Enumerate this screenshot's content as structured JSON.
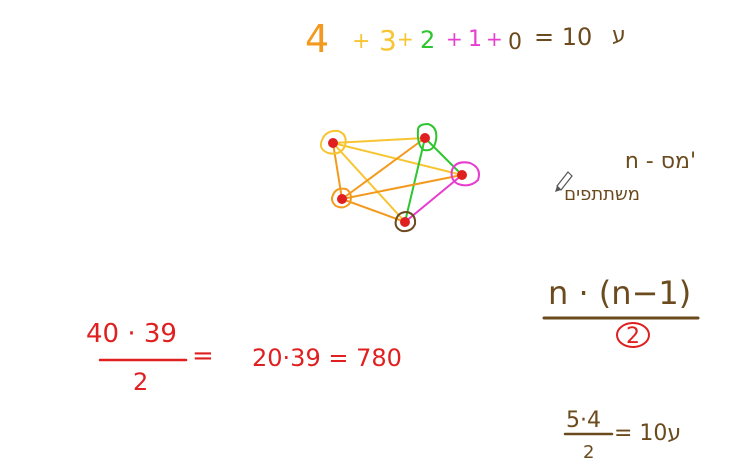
{
  "whiteboard": {
    "top_equation": {
      "terms": [
        {
          "text": "4",
          "color": "#f39a1e"
        },
        {
          "text": "+",
          "color": "#f7c531"
        },
        {
          "text": "3",
          "color": "#f7c531"
        },
        {
          "text": "+",
          "color": "#f7c531"
        },
        {
          "text": "2",
          "color": "#2ec52e"
        },
        {
          "text": "+",
          "color": "#e83bd0"
        },
        {
          "text": "1",
          "color": "#e83bd0"
        },
        {
          "text": "+",
          "color": "#e83bd0"
        },
        {
          "text": "0",
          "color": "#6b4a1e"
        },
        {
          "text": "= 10",
          "color": "#6b4a1e"
        },
        {
          "text": "ע",
          "color": "#6b4a1e"
        }
      ]
    },
    "hebrew_note": {
      "line1": "n - מס'",
      "line2": "משתתפים",
      "color": "#6b4a1e"
    },
    "formula_general": {
      "numerator": "n · (n−1)",
      "denominator": "2",
      "color": "#6b4a1e",
      "circle_color": "#e02020"
    },
    "formula_example": {
      "numerator": "5·4",
      "denominator": "2",
      "result": "= 10ע",
      "color": "#6b4a1e"
    },
    "formula_forty": {
      "numerator": "40 · 39",
      "denominator": "2",
      "equals": "=",
      "result": "20·39 = 780",
      "color": "#e02020"
    },
    "graph": {
      "node_color": "#e02020",
      "edges": [
        {
          "from": "A",
          "to": "B",
          "color": "#f7c531"
        },
        {
          "from": "A",
          "to": "C",
          "color": "#f7c531"
        },
        {
          "from": "A",
          "to": "D",
          "color": "#f39a1e"
        },
        {
          "from": "A",
          "to": "E",
          "color": "#f7c531"
        },
        {
          "from": "B",
          "to": "C",
          "color": "#2ec52e"
        },
        {
          "from": "B",
          "to": "D",
          "color": "#f39a1e"
        },
        {
          "from": "B",
          "to": "E",
          "color": "#2ec52e"
        },
        {
          "from": "C",
          "to": "D",
          "color": "#f39a1e"
        },
        {
          "from": "C",
          "to": "E",
          "color": "#e83bd0"
        },
        {
          "from": "D",
          "to": "E",
          "color": "#f39a1e"
        }
      ]
    }
  }
}
